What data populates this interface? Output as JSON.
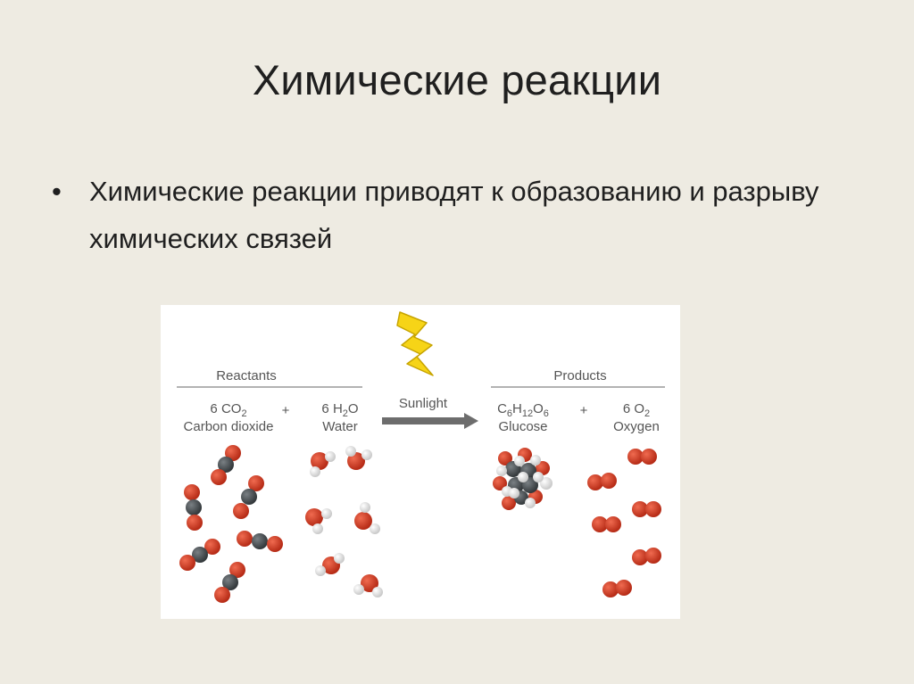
{
  "slide": {
    "title": "Химические реакции",
    "bullets": [
      "Химические реакции приводят к образованию и разрыву химических связей"
    ]
  },
  "figure": {
    "reactants_header": "Reactants",
    "products_header": "Products",
    "plus": "+",
    "arrow_label": "Sunlight",
    "reactants": [
      {
        "count": "6",
        "formula_main": "CO",
        "formula_sub": "2",
        "name": "Carbon dioxide"
      },
      {
        "count": "6",
        "formula_main": "H",
        "formula_sub": "2",
        "formula_tail": "O",
        "name": "Water"
      }
    ],
    "products": [
      {
        "formula_parts": [
          "C",
          "6",
          "H",
          "12",
          "O",
          "6"
        ],
        "name": "Glucose"
      },
      {
        "count": "6",
        "formula_main": "O",
        "formula_sub": "2",
        "name": "Oxygen"
      }
    ],
    "icons": {
      "lightning": "lightning-bolt-icon",
      "arrow": "reaction-arrow-icon"
    },
    "colors": {
      "oxygen": "#d43a1f",
      "carbon": "#4a4f52",
      "hydrogen": "#e6e6e6",
      "lightning": "#f6d417",
      "arrow": "#6d6d6d"
    }
  }
}
